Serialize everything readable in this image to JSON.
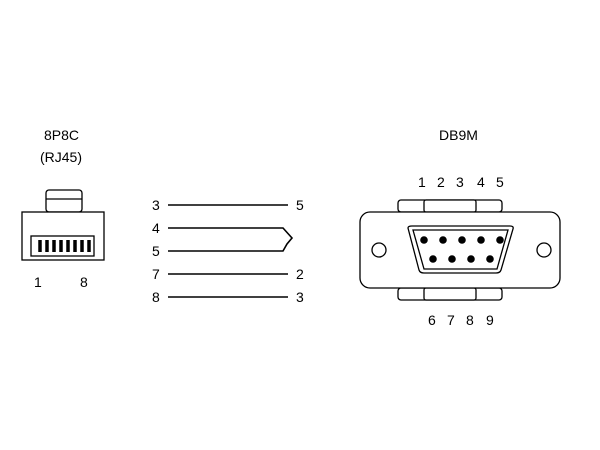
{
  "rj45": {
    "title_line1": "8P8C",
    "title_line2": "(RJ45)",
    "pin_left": "1",
    "pin_right": "8"
  },
  "wiring": {
    "rows": [
      {
        "left": "3",
        "right": "5"
      },
      {
        "left": "4",
        "right": ""
      },
      {
        "left": "5",
        "right": ""
      },
      {
        "left": "7",
        "right": "2"
      },
      {
        "left": "8",
        "right": "3"
      }
    ]
  },
  "db9": {
    "title": "DB9M",
    "top_pins": [
      "1",
      "2",
      "3",
      "4",
      "5"
    ],
    "bottom_pins": [
      "6",
      "7",
      "8",
      "9"
    ]
  }
}
